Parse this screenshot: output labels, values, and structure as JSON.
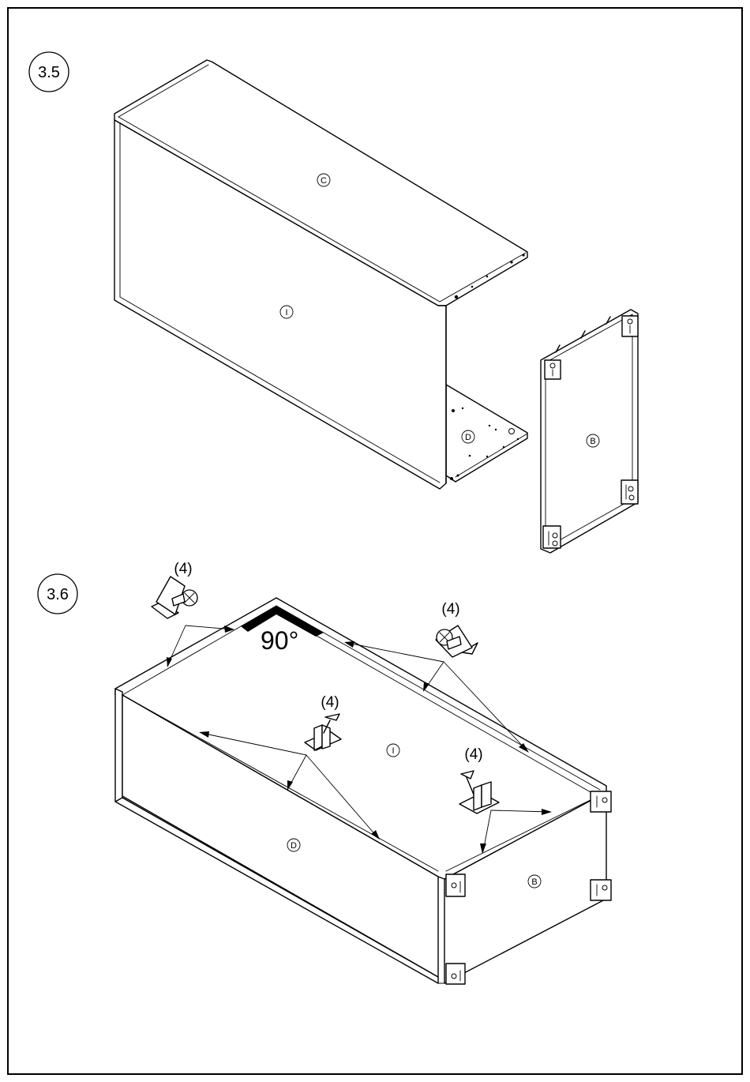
{
  "steps": [
    {
      "label": "3.5"
    },
    {
      "label": "3.6"
    }
  ],
  "step_3_5": {
    "panel_labels": {
      "top": "C",
      "front": "I",
      "bottom": "D",
      "side": "B"
    }
  },
  "step_3_6": {
    "panel_labels": {
      "top": "I",
      "front": "D",
      "side": "B"
    },
    "angle": "90°",
    "hardware": [
      {
        "icon": "cam-bracket-icon",
        "quantity": "(4)"
      },
      {
        "icon": "cam-bracket-icon",
        "quantity": "(4)"
      },
      {
        "icon": "connector-screw-icon",
        "quantity": "(4)"
      },
      {
        "icon": "connector-screw-icon",
        "quantity": "(4)"
      }
    ]
  }
}
